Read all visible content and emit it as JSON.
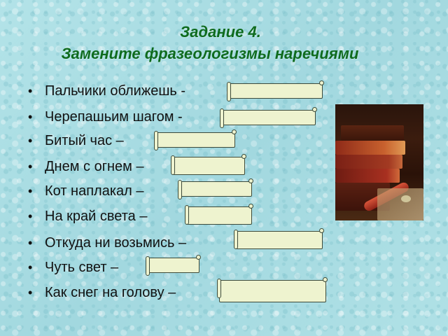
{
  "title": {
    "line1": "Задание 4.",
    "line2": "Замените фразеологизмы наречиями"
  },
  "bullet_glyph": "•",
  "items": [
    {
      "text": "Пальчики оближешь -",
      "answer": ""
    },
    {
      "text": "Черепашьим шагом -",
      "answer": ""
    },
    {
      "text": "Битый час –",
      "answer": ""
    },
    {
      "text": "Днем с огнем –",
      "answer": ""
    },
    {
      "text": "Кот наплакал –",
      "answer": ""
    },
    {
      "text": "На край света –",
      "answer": ""
    },
    {
      "text": "Откуда ни возьмись –",
      "answer": ""
    },
    {
      "text": "Чуть свет –",
      "answer": ""
    },
    {
      "text": "Как снег на голову –",
      "answer": ""
    }
  ],
  "picture": {
    "description": "stack of old red leather books with a scroll"
  },
  "colors": {
    "title": "#0e6b1e",
    "scroll_fill": "#eef3cf",
    "scroll_border": "#3d4a3a",
    "background": "#a9dde3"
  }
}
